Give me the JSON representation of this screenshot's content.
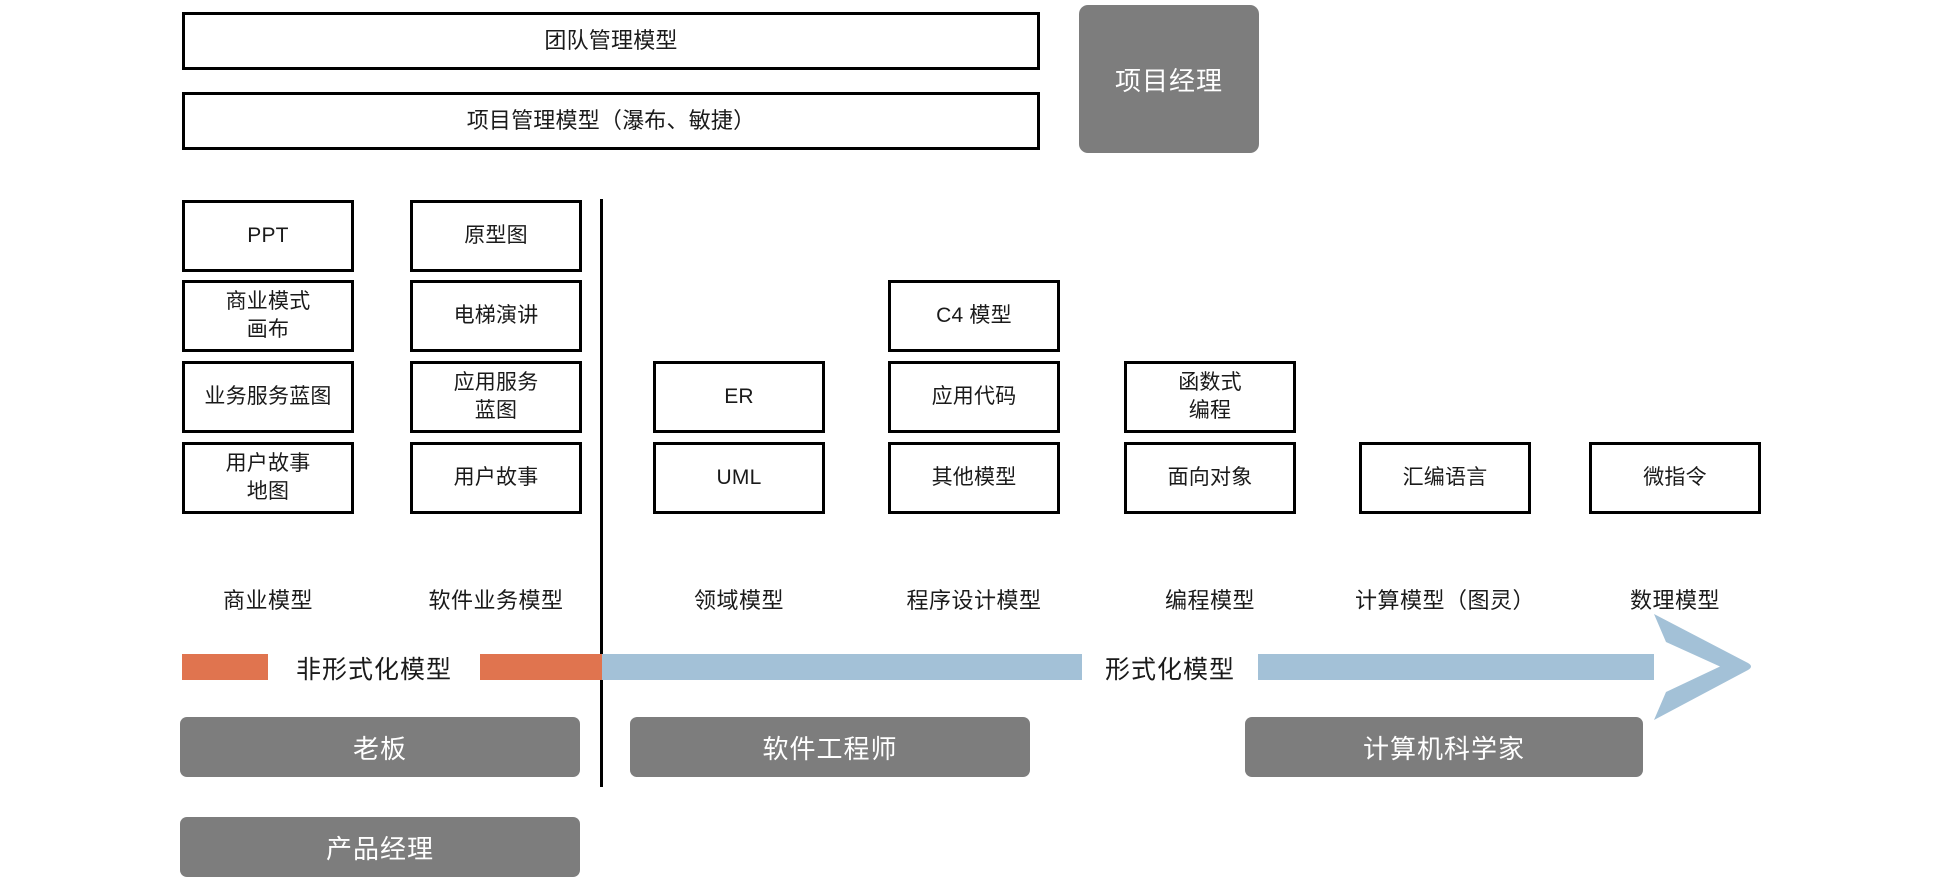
{
  "diagram": {
    "title_boxes": [
      {
        "label": "团队管理模型"
      },
      {
        "label": "项目管理模型（瀑布、敏捷）"
      }
    ],
    "top_role": {
      "label": "项目经理"
    },
    "columns": [
      {
        "caption": "商业模型",
        "items": [
          {
            "label": "PPT"
          },
          {
            "label": "商业模式\n画布"
          },
          {
            "label": "业务服务蓝图"
          },
          {
            "label": "用户故事\n地图"
          }
        ]
      },
      {
        "caption": "软件业务模型",
        "items": [
          {
            "label": "原型图"
          },
          {
            "label": "电梯演讲"
          },
          {
            "label": "应用服务\n蓝图"
          },
          {
            "label": "用户故事"
          }
        ]
      },
      {
        "caption": "领域模型",
        "items": [
          {
            "label": "ER"
          },
          {
            "label": "UML"
          }
        ]
      },
      {
        "caption": "程序设计模型",
        "items": [
          {
            "label": "C4 模型"
          },
          {
            "label": "应用代码"
          },
          {
            "label": "其他模型"
          }
        ]
      },
      {
        "caption": "编程模型",
        "items": [
          {
            "label": "函数式\n编程"
          },
          {
            "label": "面向对象"
          }
        ]
      },
      {
        "caption": "计算模型（图灵）",
        "items": [
          {
            "label": "汇编语言"
          }
        ]
      },
      {
        "caption": "数理模型",
        "items": [
          {
            "label": "微指令"
          }
        ]
      }
    ],
    "spectrum": {
      "left_label": "非形式化模型",
      "right_label": "形式化模型",
      "colors": {
        "informal": "#E0744F",
        "formal": "#A3C1D7"
      }
    },
    "roles": [
      {
        "label": "老板"
      },
      {
        "label": "软件工程师"
      },
      {
        "label": "计算机科学家"
      },
      {
        "label": "产品经理"
      }
    ],
    "colors": {
      "box_border": "#000000",
      "role_fill": "#7D7D7D",
      "role_text": "#FFFFFF",
      "text": "#1A1A1A",
      "background": "#FFFFFF"
    }
  }
}
